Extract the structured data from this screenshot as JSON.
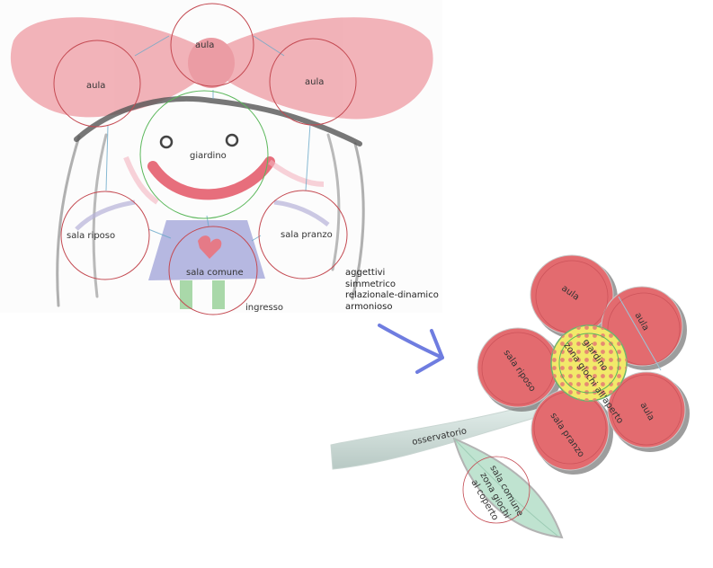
{
  "drawing": {
    "top_center": "aula",
    "top_left": "aula",
    "top_right": "aula",
    "center": "giardino",
    "left": "sala riposo",
    "right": "sala pranzo",
    "bottom": "sala comune",
    "entrance": "ingresso"
  },
  "adjectives": [
    "aggettivi",
    "simmetrico",
    "relazionale-dinamico",
    "armonioso"
  ],
  "flower": {
    "petal_top": "aula",
    "petal_right_top": "aula",
    "petal_right_bottom": "aula",
    "petal_left": "sala riposo",
    "petal_bottom": "sala pranzo",
    "center_line1": "giardino",
    "center_line2": "zona giochi all'aperto",
    "stem": "osservatorio",
    "leaf_line1": "sala comune",
    "leaf_line2": "zona giochi",
    "leaf_line3": "al coperto"
  },
  "colors": {
    "bow": "#f0a6ad",
    "circle": "#c44a52",
    "garden_circle": "#5cb85c",
    "arrow": "#6f7de0",
    "petal": "#e36b6f",
    "flower_center": "#f2e96a",
    "leaf": "#bfe3d0"
  }
}
